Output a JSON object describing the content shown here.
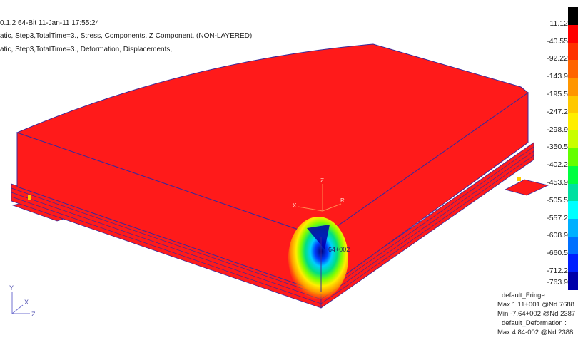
{
  "header": {
    "line1": "0.1.2 64-Bit 11-Jan-11 17:55:24",
    "line2": "atic, Step3,TotalTime=3., Stress, Components, Z Component, (NON-LAYERED)",
    "line3": "atic, Step3,TotalTime=3., Deformation, Displacements,"
  },
  "legend": {
    "values": [
      "11.12",
      "-40.55",
      "-92.22",
      "-143.9",
      "-195.5",
      "-247.2",
      "-298.9",
      "-350.5",
      "-402.2",
      "-453.9",
      "-505.5",
      "-557.2",
      "-608.9",
      "-660.5",
      "-712.2",
      "-763.9"
    ],
    "colors": [
      "#000000",
      "#ff0000",
      "#ff3200",
      "#ff6400",
      "#ff9600",
      "#ffc800",
      "#ffee00",
      "#c8ff00",
      "#64ff00",
      "#00ff40",
      "#00e0a0",
      "#00ffff",
      "#00b0ff",
      "#0070ff",
      "#0020ff",
      "#0000aa"
    ]
  },
  "probe_label": "64+002",
  "model_axes": {
    "z": "Z",
    "x": "X",
    "r": "R"
  },
  "triad": {
    "y": "Y",
    "x": "X",
    "z": "Z"
  },
  "footer": {
    "fringe_label": "default_Fringe :",
    "fringe_max": "Max 1.11+001 @Nd 7688",
    "fringe_min": "Min -7.64+002 @Nd 2387",
    "deformation_label": "default_Deformation :",
    "deformation_max": "Max 4.84-002 @Nd 2388"
  },
  "colors": {
    "model_red": "#ff1a1a",
    "edge_blue": "#3a2a9a",
    "background": "#ffffff"
  },
  "icons": [
    "coordinate-triad-icon",
    "model-axis-icon"
  ]
}
